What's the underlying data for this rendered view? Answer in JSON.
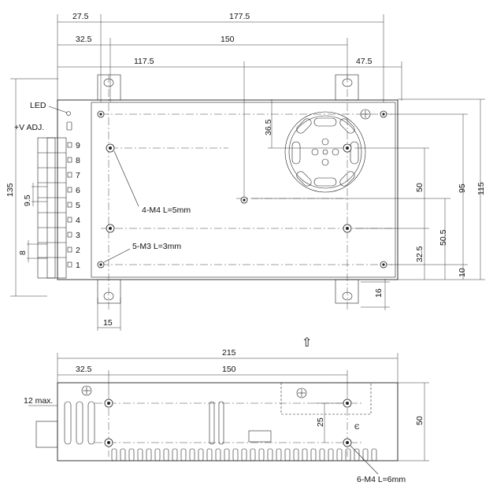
{
  "top_view": {
    "dims": {
      "d_27_5": "27.5",
      "d_177_5": "177.5",
      "d_32_5": "32.5",
      "d_150": "150",
      "d_117_5": "117.5",
      "d_47_5": "47.5",
      "d_36_5": "36.5",
      "d_50": "50",
      "d_95": "95",
      "d_115": "115",
      "d_135": "135",
      "d_50_5": "50.5",
      "d_32_5_v": "32.5",
      "d_10": "10",
      "d_16": "16",
      "d_15": "15",
      "d_9_5": "9.5",
      "d_8": "8"
    },
    "labels": {
      "led": "LED",
      "vadj": "+V ADJ.",
      "m4": "4-M4 L=5mm",
      "m3": "5-M3 L=3mm"
    },
    "terminals": [
      "9",
      "8",
      "7",
      "6",
      "5",
      "4",
      "3",
      "2",
      "1"
    ]
  },
  "side_view": {
    "dims": {
      "d_215": "215",
      "d_32_5": "32.5",
      "d_150": "150",
      "d_12max": "12 max.",
      "d_25": "25",
      "d_50": "50"
    },
    "labels": {
      "m4": "6-M4 L=6mm"
    }
  },
  "arrow_glyph": "⇧"
}
